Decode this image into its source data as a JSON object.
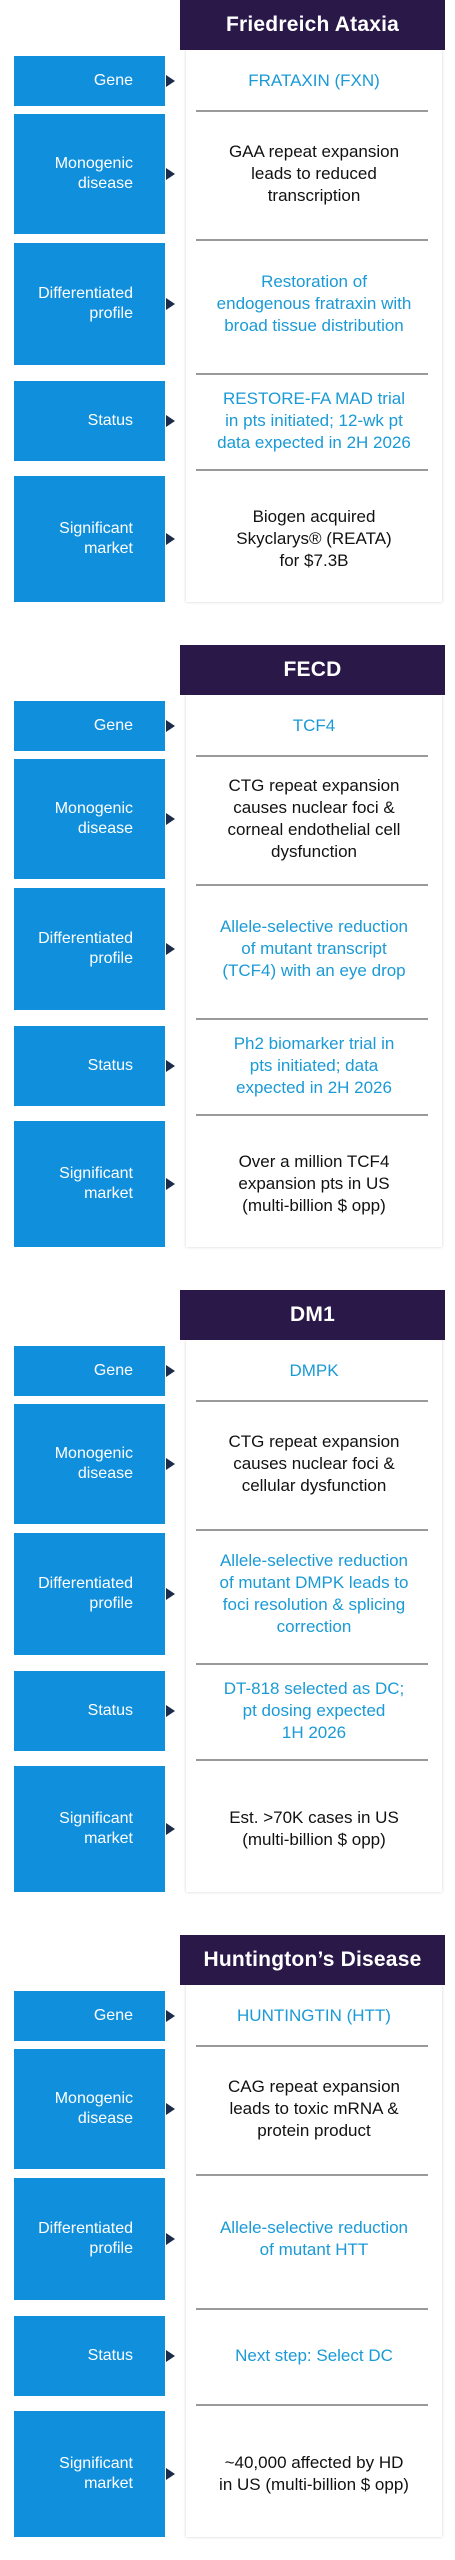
{
  "colors": {
    "header_bg": "#2a1849",
    "label_bg": "#0f8fdc",
    "accent_text": "#1a9ad6",
    "arrow": "#1b2b4a"
  },
  "icons": {
    "row_pointer": "triangle-right-icon"
  },
  "sections": [
    {
      "title": "Friedreich Ataxia",
      "rows": [
        {
          "label": "Gene",
          "value": "FRATAXIN (FXN)",
          "accent": true
        },
        {
          "label": "Monogenic\ndisease",
          "value": "GAA repeat expansion\nleads to reduced\ntranscription",
          "accent": false
        },
        {
          "label": "Differentiated\nprofile",
          "value": "Restoration of\nendogenous fratraxin with\nbroad tissue distribution",
          "accent": true
        },
        {
          "label": "Status",
          "value": "RESTORE-FA MAD trial\nin pts initiated; 12-wk pt\ndata expected in 2H 2026",
          "accent": true
        },
        {
          "label": "Significant\nmarket",
          "value": "Biogen acquired\nSkyclarys® (REATA)\nfor $7.3B",
          "accent": false
        }
      ]
    },
    {
      "title": "FECD",
      "rows": [
        {
          "label": "Gene",
          "value": "TCF4",
          "accent": true
        },
        {
          "label": "Monogenic\ndisease",
          "value": "CTG repeat expansion\ncauses nuclear foci &\ncorneal endothelial cell\ndysfunction",
          "accent": false
        },
        {
          "label": "Differentiated\nprofile",
          "value": "Allele-selective reduction\nof mutant transcript\n(TCF4) with an eye drop",
          "accent": true
        },
        {
          "label": "Status",
          "value": "Ph2 biomarker trial in\npts initiated; data\nexpected in 2H 2026",
          "accent": true
        },
        {
          "label": "Significant\nmarket",
          "value": "Over a million TCF4\nexpansion pts in US\n(multi-billion $ opp)",
          "accent": false
        }
      ]
    },
    {
      "title": "DM1",
      "rows": [
        {
          "label": "Gene",
          "value": "DMPK",
          "accent": true
        },
        {
          "label": "Monogenic\ndisease",
          "value": "CTG repeat expansion\ncauses nuclear foci &\ncellular dysfunction",
          "accent": false
        },
        {
          "label": "Differentiated\nprofile",
          "value": "Allele-selective reduction\nof mutant DMPK leads to\nfoci resolution & splicing\ncorrection",
          "accent": true
        },
        {
          "label": "Status",
          "value": "DT-818 selected as DC;\npt dosing expected\n1H 2026",
          "accent": true
        },
        {
          "label": "Significant\nmarket",
          "value": "Est. >70K cases in US\n(multi-billion $ opp)",
          "accent": false
        }
      ]
    },
    {
      "title": "Huntington’s Disease",
      "rows": [
        {
          "label": "Gene",
          "value": "HUNTINGTIN (HTT)",
          "accent": true
        },
        {
          "label": "Monogenic\ndisease",
          "value": "CAG repeat expansion\nleads to toxic mRNA &\nprotein product",
          "accent": false
        },
        {
          "label": "Differentiated\nprofile",
          "value": "Allele-selective reduction\nof mutant HTT",
          "accent": true
        },
        {
          "label": "Status",
          "value": "Next step: Select DC",
          "accent": true
        },
        {
          "label": "Significant\nmarket",
          "value": "~40,000 affected by HD\nin US (multi-billion $ opp)",
          "accent": false
        }
      ]
    }
  ]
}
